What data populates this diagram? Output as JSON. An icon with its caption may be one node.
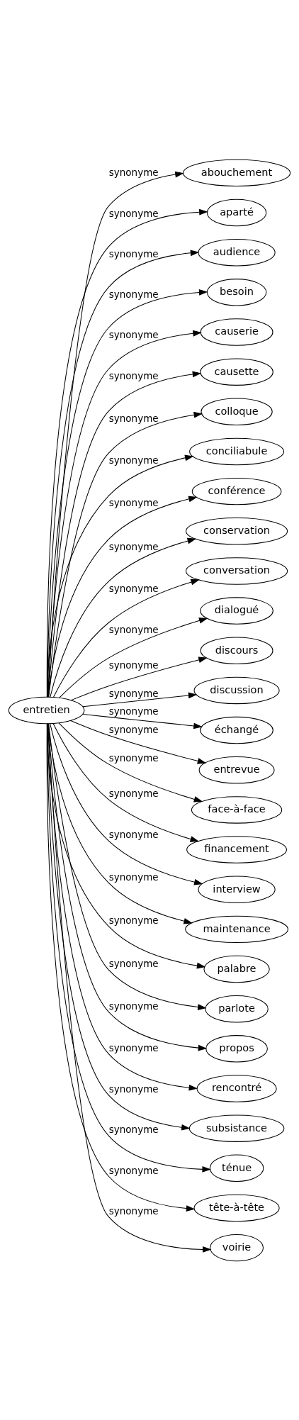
{
  "diagram": {
    "nodes": [
      {
        "text": [
          "entretien"
        ]
      },
      {
        "text": [
          "abouchement"
        ]
      },
      {
        "text": [
          "aparté"
        ]
      },
      {
        "text": [
          "audience"
        ]
      },
      {
        "text": [
          "besoin"
        ]
      },
      {
        "text": [
          "causerie"
        ]
      },
      {
        "text": [
          "causette"
        ]
      },
      {
        "text": [
          "colloque"
        ]
      },
      {
        "text": [
          "conciliabule"
        ]
      },
      {
        "text": [
          "conférence"
        ]
      },
      {
        "text": [
          "conservation"
        ]
      },
      {
        "text": [
          "conversation"
        ]
      },
      {
        "text": [
          "dialogué"
        ]
      },
      {
        "text": [
          "discours"
        ]
      },
      {
        "text": [
          "discussion"
        ]
      },
      {
        "text": [
          "échangé"
        ]
      },
      {
        "text": [
          "entrevue"
        ]
      },
      {
        "text": [
          "face-à-face"
        ]
      },
      {
        "text": [
          "financement"
        ]
      },
      {
        "text": [
          "interview"
        ]
      },
      {
        "text": [
          "maintenance"
        ]
      },
      {
        "text": [
          "palabre"
        ]
      },
      {
        "text": [
          "parlote"
        ]
      },
      {
        "text": [
          "propos"
        ]
      },
      {
        "text": [
          "rencontré"
        ]
      },
      {
        "text": [
          "subsistance"
        ]
      },
      {
        "text": [
          "ténue"
        ]
      },
      {
        "text": [
          "tête-à-tête"
        ]
      },
      {
        "text": [
          "voirie"
        ]
      }
    ],
    "edges": [
      {
        "from": 0,
        "to": 1,
        "arrow": "to",
        "label": "synonyme"
      },
      {
        "from": 0,
        "to": 2,
        "arrow": "to",
        "label": "synonyme"
      },
      {
        "from": 0,
        "to": 3,
        "arrow": "to",
        "label": "synonyme"
      },
      {
        "from": 0,
        "to": 4,
        "arrow": "to",
        "label": "synonyme"
      },
      {
        "from": 0,
        "to": 5,
        "arrow": "to",
        "label": "synonyme"
      },
      {
        "from": 0,
        "to": 6,
        "arrow": "to",
        "label": "synonyme"
      },
      {
        "from": 0,
        "to": 7,
        "arrow": "to",
        "label": "synonyme"
      },
      {
        "from": 0,
        "to": 8,
        "arrow": "to",
        "label": "synonyme"
      },
      {
        "from": 0,
        "to": 9,
        "arrow": "to",
        "label": "synonyme"
      },
      {
        "from": 0,
        "to": 10,
        "arrow": "to",
        "label": "synonyme"
      },
      {
        "from": 0,
        "to": 11,
        "arrow": "to",
        "label": "synonyme"
      },
      {
        "from": 0,
        "to": 12,
        "arrow": "to",
        "label": "synonyme"
      },
      {
        "from": 0,
        "to": 13,
        "arrow": "to",
        "label": "synonyme"
      },
      {
        "from": 0,
        "to": 14,
        "arrow": "to",
        "label": "synonyme"
      },
      {
        "from": 0,
        "to": 15,
        "arrow": "to",
        "label": "synonyme"
      },
      {
        "from": 0,
        "to": 16,
        "arrow": "to",
        "label": "synonyme"
      },
      {
        "from": 0,
        "to": 17,
        "arrow": "to",
        "label": "synonyme"
      },
      {
        "from": 0,
        "to": 18,
        "arrow": "to",
        "label": "synonyme"
      },
      {
        "from": 0,
        "to": 19,
        "arrow": "to",
        "label": "synonyme"
      },
      {
        "from": 0,
        "to": 20,
        "arrow": "to",
        "label": "synonyme"
      },
      {
        "from": 0,
        "to": 21,
        "arrow": "to",
        "label": "synonyme"
      },
      {
        "from": 0,
        "to": 22,
        "arrow": "to",
        "label": "synonyme"
      },
      {
        "from": 0,
        "to": 23,
        "arrow": "to",
        "label": "synonyme"
      },
      {
        "from": 0,
        "to": 24,
        "arrow": "to",
        "label": "synonyme"
      },
      {
        "from": 0,
        "to": 25,
        "arrow": "to",
        "label": "synonyme"
      },
      {
        "from": 0,
        "to": 26,
        "arrow": "to",
        "label": "synonyme"
      },
      {
        "from": 0,
        "to": 27,
        "arrow": "to",
        "label": "synonyme"
      },
      {
        "from": 0,
        "to": 28,
        "arrow": "to",
        "label": "synonyme"
      }
    ]
  }
}
